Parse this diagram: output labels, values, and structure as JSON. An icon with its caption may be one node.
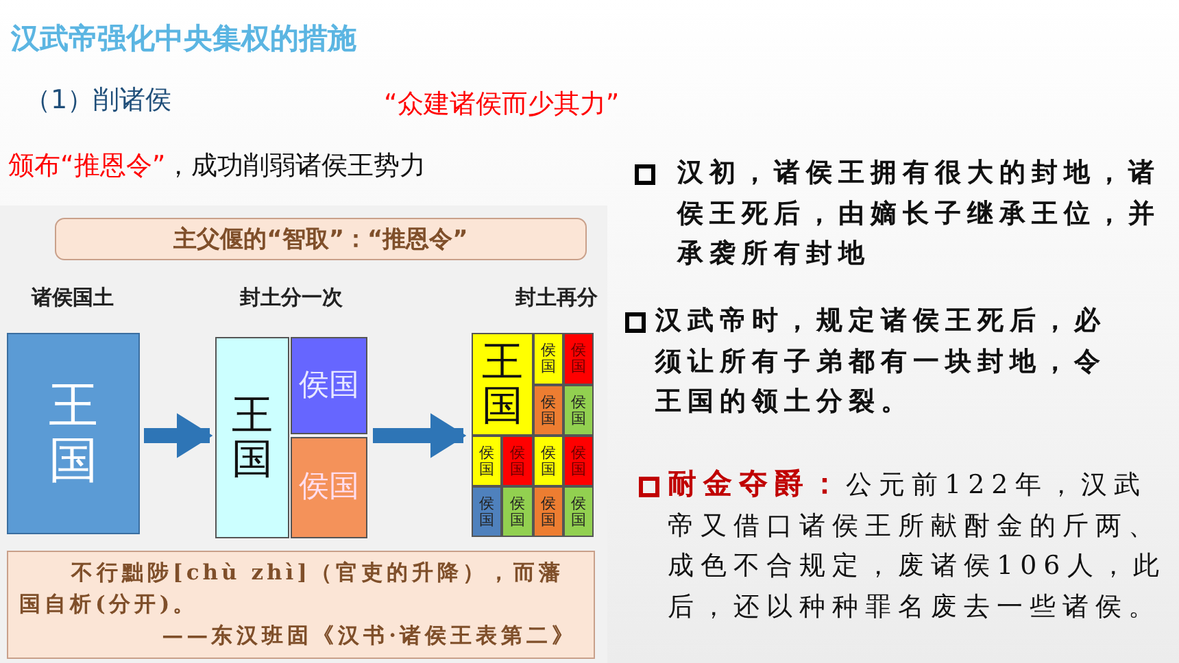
{
  "diagram": {
    "title": "汉武帝强化中央集权的措施",
    "nodes": [
      {
        "text": [
          "主父偃的“智取”：“推恩令”"
        ]
      },
      {
        "text": [
          "诸侯国土",
          "王国"
        ]
      },
      {
        "text": [
          "封土分一次"
        ]
      },
      {
        "text": [
          "王国"
        ],
        "in": 2
      },
      {
        "text": [
          "侯国"
        ],
        "in": 2
      },
      {
        "text": [
          "侯国"
        ],
        "in": 2
      },
      {
        "text": [
          "封土再分"
        ]
      },
      {
        "text": [
          "王国"
        ],
        "in": 6
      },
      {
        "text": [
          "侯国"
        ],
        "in": 6
      },
      {
        "text": [
          "侯国"
        ],
        "in": 6
      },
      {
        "text": [
          "侯国"
        ],
        "in": 6
      },
      {
        "text": [
          "侯国"
        ],
        "in": 6
      },
      {
        "text": [
          "侯国"
        ],
        "in": 6
      },
      {
        "text": [
          "侯国"
        ],
        "in": 6
      },
      {
        "text": [
          "侯国"
        ],
        "in": 6
      },
      {
        "text": [
          "侯国"
        ],
        "in": 6
      },
      {
        "text": [
          "侯国"
        ],
        "in": 6
      },
      {
        "text": [
          "侯国"
        ],
        "in": 6
      },
      {
        "text": [
          "侯国"
        ],
        "in": 6
      },
      {
        "text": [
          "侯国"
        ],
        "in": 6
      },
      {
        "text": [
          "不行黜陟[chù zhì]（官吏的升降），而藩国自析(分开)。",
          "——东汉班固《汉书·诸侯王表第二》"
        ]
      }
    ],
    "edges": [
      {
        "from": 1,
        "to": 2,
        "arrow": "to"
      },
      {
        "from": 2,
        "to": 6,
        "arrow": "to"
      }
    ],
    "labels": [
      "（1）削诸侯",
      "“众建诸侯而少其力”",
      "颁布“推恩令”",
      "，成功削弱诸侯王势力",
      "汉初，诸侯王拥有很大的封地，诸侯王死后，由嫡长子继承王位，并承袭所有封地",
      "汉武帝时，规定诸侯王死后，必须让所有子弟都有一块封地，令王国的领土分裂。",
      "**耐金夺爵：**公元前122年，汉武帝又借口诸侯王所献酎金的斤两、成色不合规定，废诸侯106人，此后，还以种种罪名废去一些诸侯。"
    ]
  }
}
